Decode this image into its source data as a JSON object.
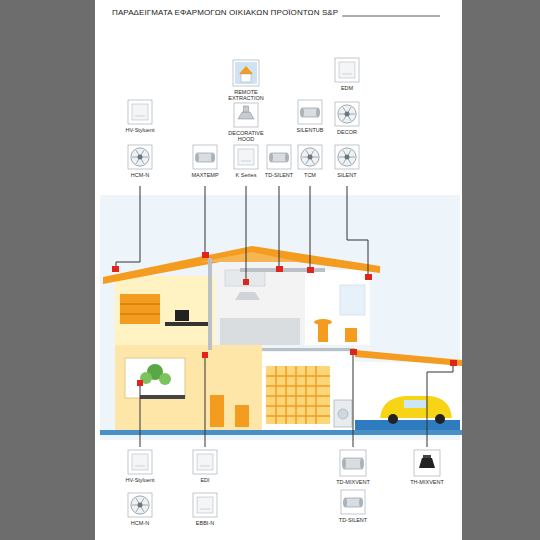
{
  "diagram": {
    "title": "ΠΑΡΑΔΕΙΓΜΑΤΑ ΕΦΑΡΜΟΓΩΝ ΟΙΚΙΑΚΩΝ ΠΡΟΪΟΝΤΩΝ S&P",
    "nodes": [
      {
        "text": [
          "REMOTE EXTRACTION"
        ]
      },
      {
        "text": [
          "EDM"
        ]
      },
      {
        "text": [
          "HV-Styluent"
        ]
      },
      {
        "text": [
          "DECORATIVE HOOD"
        ]
      },
      {
        "text": [
          "SILENTUB"
        ]
      },
      {
        "text": [
          "DECOR"
        ]
      },
      {
        "text": [
          "HCM-N"
        ]
      },
      {
        "text": [
          "MAXTEMP"
        ]
      },
      {
        "text": [
          "K Series"
        ]
      },
      {
        "text": [
          "TD-SILENT"
        ]
      },
      {
        "text": [
          "TCM"
        ]
      },
      {
        "text": [
          "SILENT"
        ]
      },
      {
        "text": [
          "HV-Styluent"
        ]
      },
      {
        "text": [
          "EDI"
        ]
      },
      {
        "text": [
          "TD-MIXVENT"
        ]
      },
      {
        "text": [
          "TH-MIXVENT"
        ]
      },
      {
        "text": [
          "HCM-N"
        ]
      },
      {
        "text": [
          "EBBI-N"
        ]
      },
      {
        "text": [
          "TD-SILENT"
        ]
      }
    ]
  }
}
